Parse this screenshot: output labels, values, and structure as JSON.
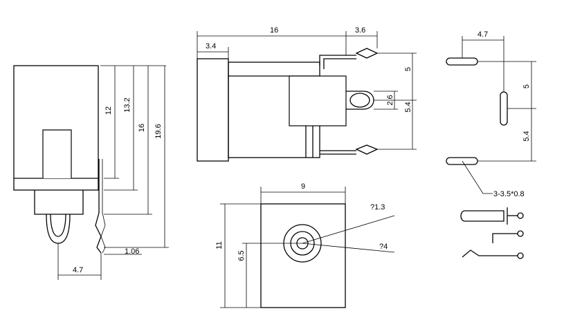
{
  "side_view": {
    "dim_12": "12",
    "dim_13_2": "13.2",
    "dim_16": "16",
    "dim_19_6": "19.6",
    "dim_1_06": "1.06",
    "dim_4_7": "4.7"
  },
  "top_view": {
    "dim_16": "16",
    "dim_3_6": "3.6",
    "dim_3_4": "3.4",
    "dim_5": "5",
    "dim_2_6": "2.6",
    "dim_5_4": "5.4"
  },
  "front_view": {
    "dim_9": "9",
    "dim_11": "11",
    "dim_6_5": "6.5",
    "dim_pin_dia": "?1.3",
    "dim_hole_dia": "?4"
  },
  "pcb_layout": {
    "dim_4_7": "4.7",
    "dim_5": "5",
    "dim_5_4": "5.4",
    "slot_callout": "3-3.5*0.8"
  },
  "colors": {
    "line": "#000000",
    "background": "#ffffff"
  }
}
